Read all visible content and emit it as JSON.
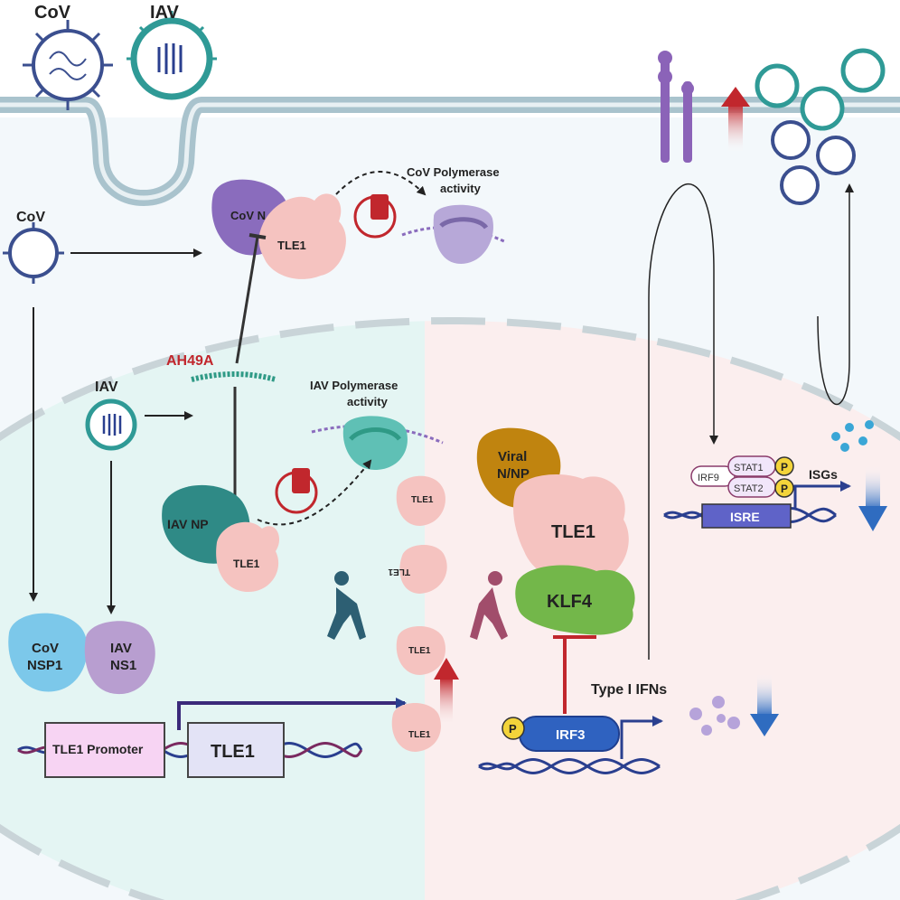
{
  "top_labels": {
    "cov": "CoV",
    "iav": "IAV"
  },
  "left": {
    "cov": "CoV",
    "iav": "IAV"
  },
  "complexes": {
    "cov_n": "CoV N",
    "cov_tle1": "TLE1",
    "iav_np": "IAV NP",
    "iav_tle1": "TLE1",
    "viral": [
      "Viral",
      "N/NP"
    ],
    "center_tle1": "TLE1",
    "klf4": "KLF4"
  },
  "polymerase": {
    "cov": [
      "CoV Polymerase",
      "activity"
    ],
    "iav": [
      "IAV Polymerase",
      "activity"
    ]
  },
  "inhibitor": "AH49A",
  "free_tle1": [
    "TLE1",
    "TLE1",
    "TLE1",
    "TLE1"
  ],
  "nsp1": [
    "CoV",
    "NSP1"
  ],
  "ns1": [
    "IAV",
    "NS1"
  ],
  "promoter": {
    "label": "TLE1 Promoter",
    "gene": "TLE1"
  },
  "irf3": {
    "name": "IRF3",
    "phospho": "P"
  },
  "ifn": "Type I IFNs",
  "isre": {
    "irf9": "IRF9",
    "stat1": "STAT1",
    "stat2": "STAT2",
    "p1": "P",
    "p2": "P",
    "box": "ISRE",
    "isgs": "ISGs"
  },
  "colors": {
    "membrane": "#a9c3cd",
    "teal_cell": "#e4f5f3",
    "pink_cell": "#fbeeee",
    "tle1": "#f5c3c0",
    "cov_n": "#8a6cbd",
    "iav_np": "#2f8a86",
    "viral_np": "#c0840f",
    "klf4": "#73b74a",
    "inhibitor_red": "#c1272d",
    "dna": "#2a3f8f",
    "arrow_blue": "#3a6fc0",
    "arrow_red": "#c1272d"
  }
}
